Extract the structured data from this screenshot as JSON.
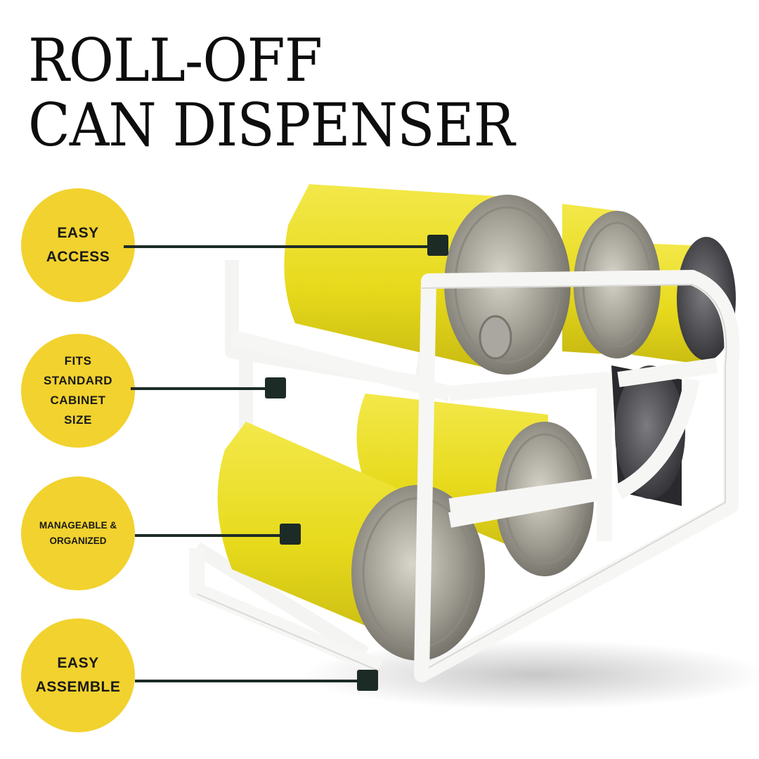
{
  "headline": {
    "line1": "ROLL-OFF",
    "line2": "CAN DISPENSER"
  },
  "features": [
    {
      "line1": "EASY",
      "line2": "ACCESS"
    },
    {
      "line1": "FITS",
      "line2": "STANDARD",
      "line3": "CABINET",
      "line4": "SIZE"
    },
    {
      "line1": "MANAGEABLE &",
      "line2": "ORGANIZED"
    },
    {
      "line1": "EASY",
      "line2": "ASSEMBLE"
    }
  ],
  "colors": {
    "badge": "#f2d22e",
    "leader": "#1c2b26",
    "can_label": "#e9dc1f",
    "rack": "#f4f4f2",
    "headline": "#0d0d0d"
  },
  "product_image": "can-dispenser-rack-photo"
}
